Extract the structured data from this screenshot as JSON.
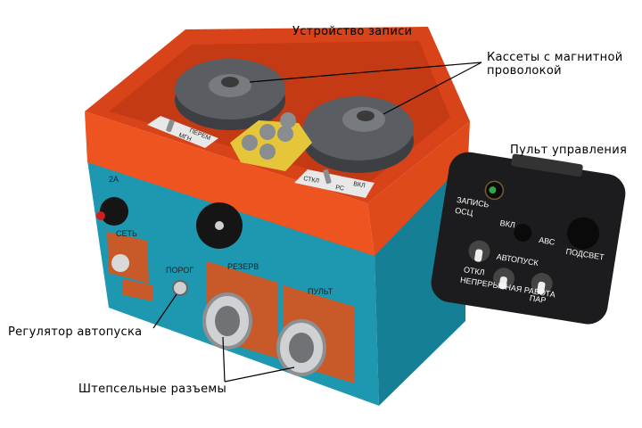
{
  "callouts": {
    "recorder": "Устройство записи",
    "cassettes_line1": "Кассеты с магнитной",
    "cassettes_line2": "проволокой",
    "control_panel": "Пульт управления",
    "autostart_regulator": "Регулятор автопуска",
    "plug_connectors": "Штепсельные разъемы"
  },
  "device_labels": {
    "fuse": "2А",
    "network": "СЕТЬ",
    "threshold": "ПОРОГ",
    "reserve": "РЕЗЕРВ",
    "remote": "ПУЛЬТ",
    "left_switch_a": "ПЕРЕМ",
    "left_switch_b": "МГН",
    "right_switch_a": "СТКЛ",
    "right_switch_b": "РС",
    "right_switch_c": "ВКЛ"
  },
  "panel_labels": {
    "record": "ЗАПИСЬ",
    "osc": "ОСЦ",
    "on": "ВКЛ",
    "abs": "АВС",
    "backlight": "ПОДСВЕТ",
    "autostart": "АВТОПУСК",
    "off": "ОТКЛ",
    "pair": "ПАР",
    "continuous": "НЕПРЕРЫВНАЯ РАБОТА"
  },
  "colors": {
    "lid": "#e8491d",
    "body": "#1e97b0",
    "panel": "#1c1c1e",
    "connector": "#c85a2a",
    "reel": "#55585c"
  }
}
